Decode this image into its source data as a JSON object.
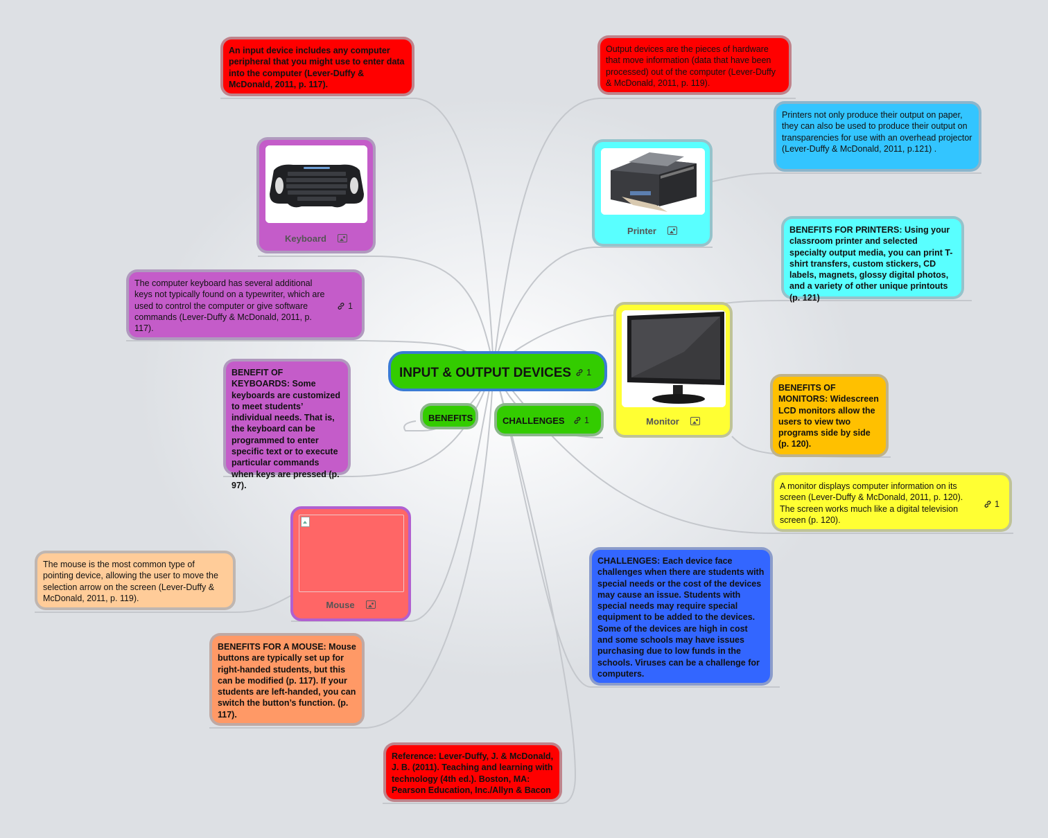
{
  "central": {
    "title": "INPUT & OUTPUT DEVICES",
    "link_count": "1"
  },
  "benefits_node": {
    "label": "BENEFITS"
  },
  "challenges_node": {
    "label": "CHALLENGES",
    "link_count": "1"
  },
  "input_definition": "An input device includes any computer peripheral that you might use to enter data into the computer (Lever-Duffy & McDonald, 2011, p. 117).",
  "output_definition": "Output devices are the pieces of hardware that move information (data that have been processed) out of the computer (Lever-Duffy & McDonald, 2011, p. 119).",
  "keyboard": {
    "caption": "Keyboard",
    "description": "The computer keyboard has several additional keys not typically found on a typewriter, which are used to control the computer or give software commands (Lever-Duffy & McDonald, 2011, p. 117).",
    "description_link_count": "1",
    "benefit": "BENEFIT OF KEYBOARDS: Some keyboards are customized to meet students’ individual needs. That is, the keyboard can be programmed to enter specific text or to execute particular commands when keys are pressed (p. 97)."
  },
  "mouse": {
    "caption": "Mouse",
    "description": "The mouse is the most common type of pointing device, allowing the user to move the selection arrow on the screen (Lever-Duffy & McDonald, 2011, p. 119).",
    "benefit": "BENEFITS FOR A MOUSE:  Mouse buttons are typically set up for right-handed students, but this can be modified (p. 117). If your students are left-handed, you can switch the button’s function. (p. 117)."
  },
  "printer": {
    "caption": "Printer",
    "description": "Printers not only produce their output on paper, they can also be used to produce their output on transparencies for use with an overhead projector (Lever-Duffy & McDonald, 2011, p.121) .",
    "benefit": "BENEFITS FOR PRINTERS: Using your classroom printer and selected specialty output media, you can print T-shirt transfers, custom stickers, CD labels, magnets, glossy digital photos, and a variety of other unique printouts (p. 121)"
  },
  "monitor": {
    "caption": "Monitor",
    "benefit": "BENEFITS OF MONITORS: Widescreen LCD monitors allow the users to view two programs side by side (p. 120).",
    "description": "A monitor displays computer information on its screen (Lever-Duffy & McDonald, 2011, p. 120). The screen works much like a digital television screen (p. 120).",
    "description_link_count": "1"
  },
  "challenges_detail": "CHALLENGES: Each device face challenges when there are students with special needs or the cost of the devices may cause an issue. Students with special needs may require special equipment to be added to the devices. Some of the devices are high in cost and some schools may have issues purchasing due to low funds in the schools. Viruses can be a challenge for computers.",
  "reference": "Reference: Lever-Duffy, J. & McDonald, J. B. (2011). Teaching and learning with technology (4th ed.). Boston, MA: Pearson Education, Inc./Allyn & Bacon",
  "colors": {
    "red": "#ff0000",
    "purple": "#c45cc9",
    "cyan": "#59ffff",
    "skyblue": "#33c5ff",
    "yellow": "#ffff33",
    "amber": "#ffc000",
    "blue": "#3366ff",
    "peach": "#ffcc99",
    "orange": "#ff9966",
    "salmon": "#ff6666",
    "green": "#33cc00",
    "connector": "#c4c7cc"
  },
  "icons": {
    "link": "link-icon",
    "image": "image-icon"
  }
}
